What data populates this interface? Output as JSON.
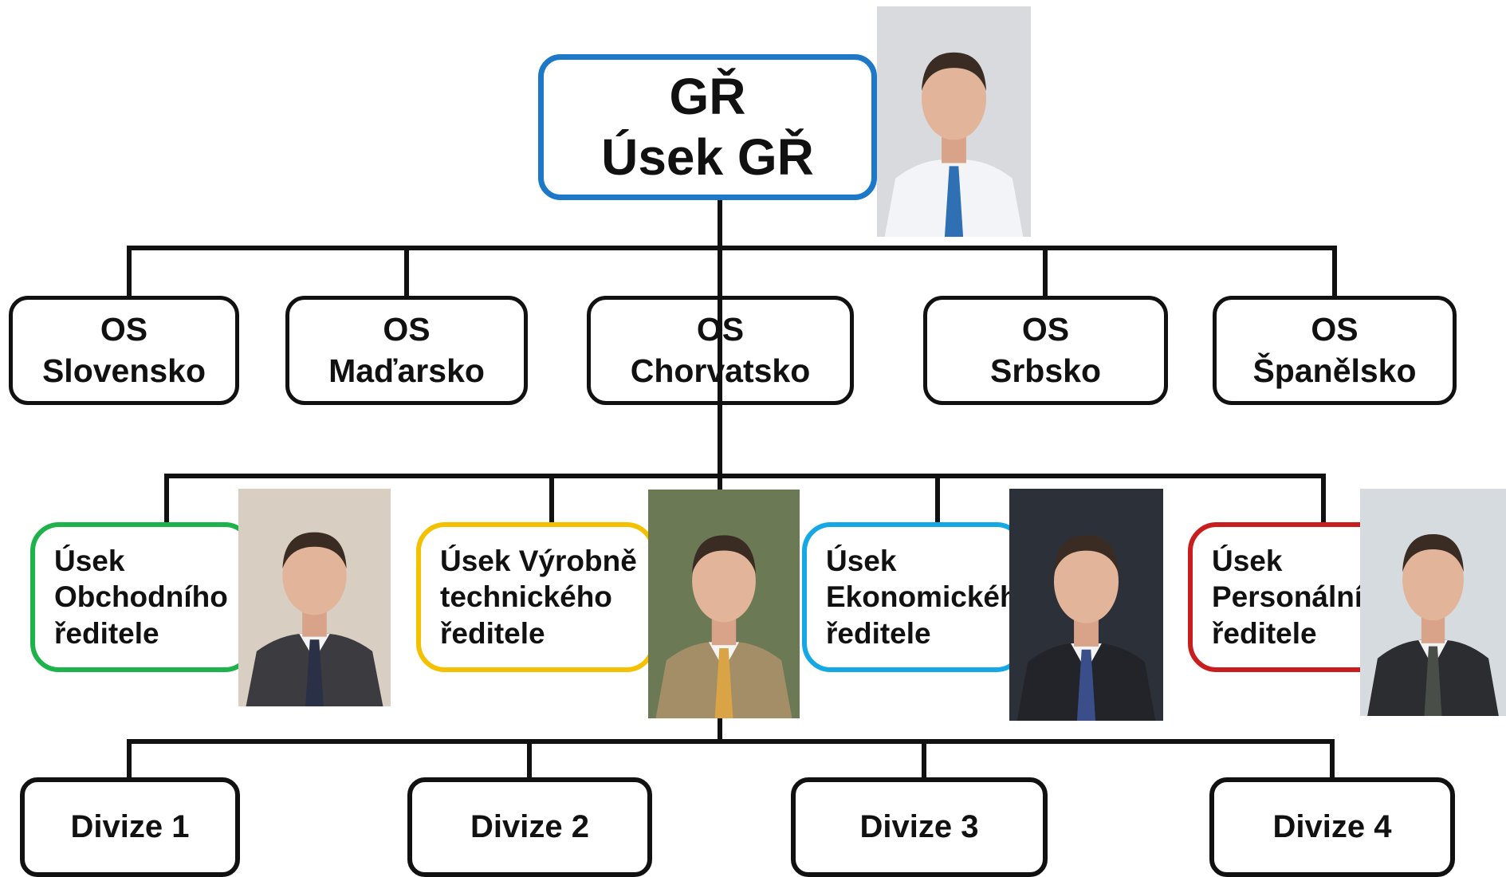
{
  "top": {
    "line1": "GŘ",
    "line2": "Úsek GŘ",
    "border_color": "#1e78c8"
  },
  "os_units": [
    {
      "line1": "OS",
      "line2": "Slovensko"
    },
    {
      "line1": "OS",
      "line2": "Maďarsko"
    },
    {
      "line1": "OS",
      "line2": "Chorvatsko"
    },
    {
      "line1": "OS",
      "line2": "Srbsko"
    },
    {
      "line1": "OS",
      "line2": "Španělsko"
    }
  ],
  "useky": [
    {
      "lines": [
        "Úsek",
        "Obchodního",
        "ředitele"
      ],
      "border_color": "#1db24a"
    },
    {
      "lines": [
        "Úsek Výrobně",
        "technického",
        "ředitele"
      ],
      "border_color": "#f5c000"
    },
    {
      "lines": [
        "Úsek",
        "Ekonomického",
        "ředitele"
      ],
      "border_color": "#16a8e4"
    },
    {
      "lines": [
        "Úsek",
        "Personálního",
        "ředitele"
      ],
      "border_color": "#c81e1e"
    }
  ],
  "divisions": [
    {
      "label": "Divize 1"
    },
    {
      "label": "Divize 2"
    },
    {
      "label": "Divize 3"
    },
    {
      "label": "Divize 4"
    }
  ],
  "photos": [
    {
      "name": "director-general-photo",
      "background": "#d9dade",
      "suit": "#f2f4f8",
      "tie": "#2f6fb4"
    },
    {
      "name": "sales-director-photo",
      "background": "#d8cfc2",
      "suit": "#3c3c40",
      "tie": "#2a3045"
    },
    {
      "name": "technical-director-photo",
      "background": "#6b7a55",
      "suit": "#a48e67",
      "tie": "#d9a445"
    },
    {
      "name": "economic-director-photo",
      "background": "#2c3038",
      "suit": "#22242a",
      "tie": "#3a4f8a"
    },
    {
      "name": "hr-director-photo",
      "background": "#d6dbe0",
      "suit": "#2c2d30",
      "tie": "#4a4e48"
    }
  ]
}
